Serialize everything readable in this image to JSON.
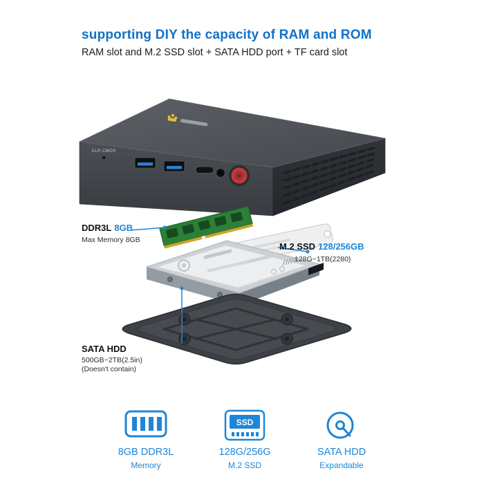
{
  "header": {
    "title": "supporting DIY the capacity of RAM and ROM",
    "subtitle": "RAM slot and M.2 SSD slot + SATA HDD port + TF card slot"
  },
  "device": {
    "clr_cmos": "CLR CMOS"
  },
  "callouts": {
    "ram": {
      "name": "DDR3L",
      "value": "8GB",
      "note": "Max Memory 8GB"
    },
    "m2ssd": {
      "name": "M.2 SSD",
      "value": "128/256GB",
      "note": "128G~1TB(2280)"
    },
    "sata": {
      "name": "SATA HDD",
      "note1": "500GB~2TB(2.5in)",
      "note2": "(Doesn't contain)"
    }
  },
  "features": [
    {
      "icon": "ram-icon",
      "title": "8GB DDR3L",
      "subtitle": "Memory"
    },
    {
      "icon": "ssd-icon",
      "badge": "SSD",
      "title": "128G/256G",
      "subtitle": "M.2 SSD"
    },
    {
      "icon": "hdd-icon",
      "title": "SATA HDD",
      "subtitle": "Expandable"
    }
  ],
  "colors": {
    "title_blue": "#1170c9",
    "accent_blue": "#1d86d6",
    "body_text": "#1c1c1c",
    "pc_body": "#43474c",
    "ram_green": "#2b8038",
    "power_red": "#c23a3e"
  }
}
